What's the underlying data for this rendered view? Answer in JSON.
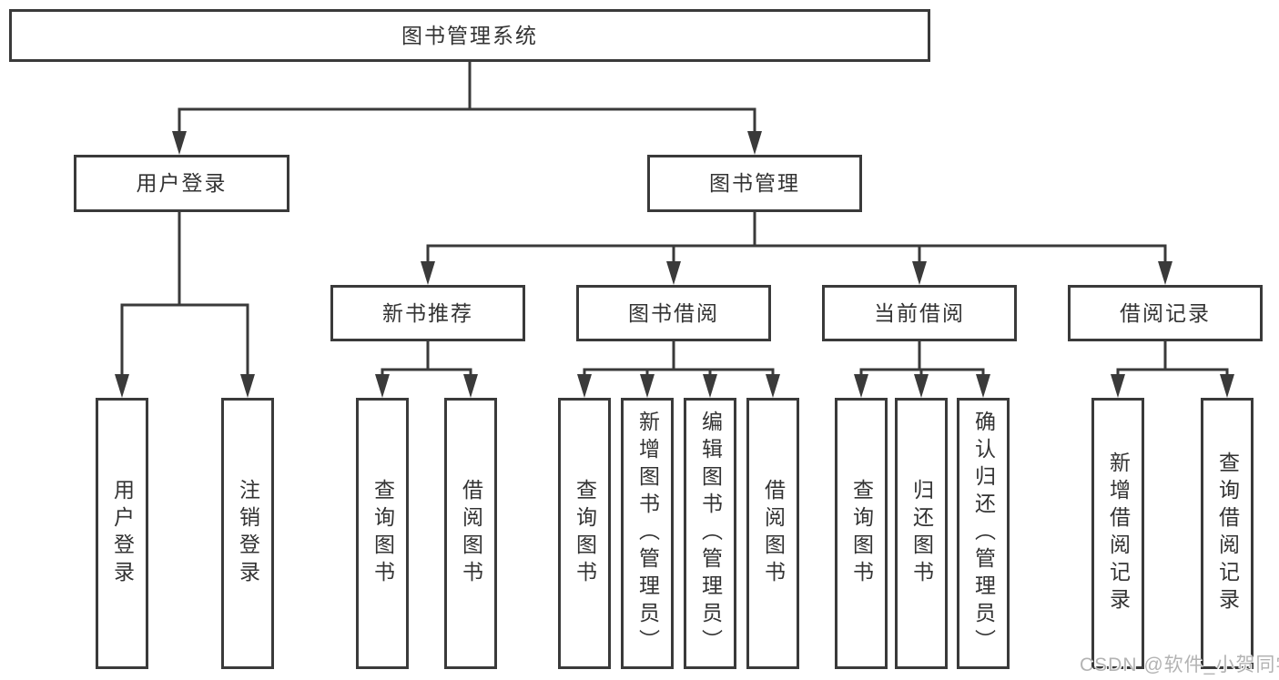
{
  "diagram": {
    "title": "图书管理系统",
    "tree": {
      "label": "图书管理系统",
      "children": [
        {
          "label": "用户登录",
          "children": [
            {
              "label": "用户登录"
            },
            {
              "label": "注销登录"
            }
          ]
        },
        {
          "label": "图书管理",
          "children": [
            {
              "label": "新书推荐",
              "children": [
                {
                  "label": "查询图书"
                },
                {
                  "label": "借阅图书"
                }
              ]
            },
            {
              "label": "图书借阅",
              "children": [
                {
                  "label": "查询图书"
                },
                {
                  "label": "新增图书（管理员）"
                },
                {
                  "label": "编辑图书（管理员）"
                },
                {
                  "label": "借阅图书"
                }
              ]
            },
            {
              "label": "当前借阅",
              "children": [
                {
                  "label": "查询图书"
                },
                {
                  "label": "归还图书"
                },
                {
                  "label": "确认归还（管理员）"
                }
              ]
            },
            {
              "label": "借阅记录",
              "children": [
                {
                  "label": "新增借阅记录"
                },
                {
                  "label": "查询借阅记录"
                }
              ]
            }
          ]
        }
      ]
    }
  },
  "watermark": {
    "text": "CSDN @软件_小贺同学"
  },
  "colors": {
    "line": "#3a3a3a",
    "text": "#333333",
    "watermark": "#b3b3b3",
    "background": "#ffffff"
  }
}
